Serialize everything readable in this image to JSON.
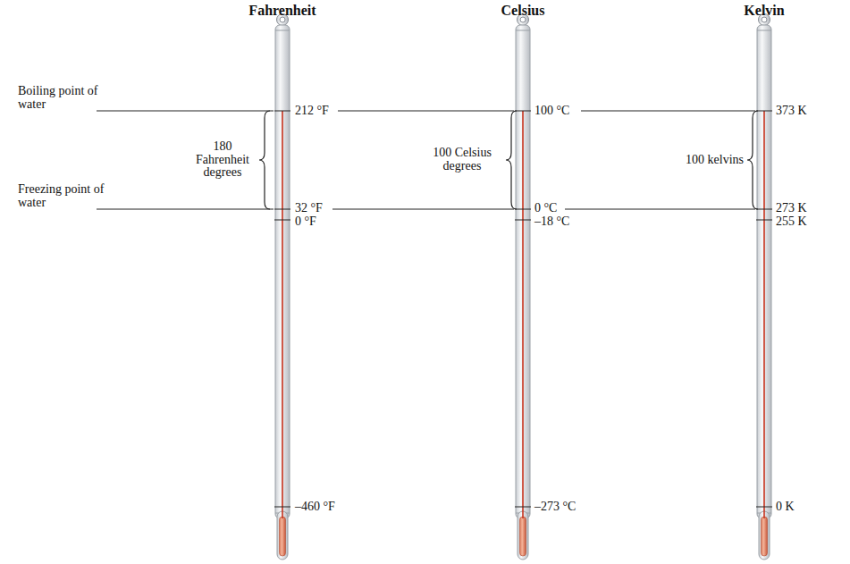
{
  "diagram": {
    "labels": [
      "Fahrenheit",
      "Celsius",
      "Kelvin",
      "Boiling point of water",
      "Freezing point of water",
      "180 Fahrenheit degrees",
      "212 °F",
      "32 °F",
      "0 °F",
      "–460 °F",
      "100 Celsius degrees",
      "100 °C",
      "0 °C",
      "–18 °C",
      "–273 °C",
      "100 kelvins",
      "373 K",
      "273 K",
      "255 K",
      "0 K"
    ]
  }
}
